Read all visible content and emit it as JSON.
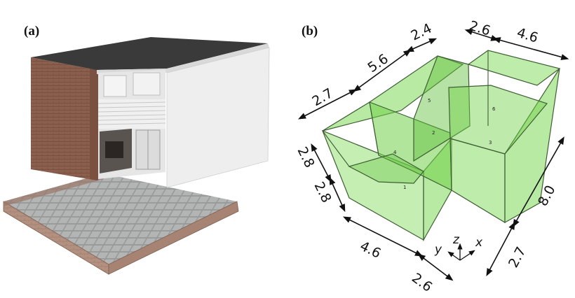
{
  "panels": {
    "a": {
      "label": "(a)"
    },
    "b": {
      "label": "(b)",
      "dimensions": {
        "d1": "2.6",
        "d2": "4.6",
        "d3": "2.4",
        "d4": "5.6",
        "d5": "2.7",
        "d6": "2.8",
        "d7": "2.8",
        "d8": "4.6",
        "d9": "2.6",
        "d10": "8.0",
        "d11": "2.7"
      },
      "rooms": [
        "1",
        "2",
        "3",
        "4",
        "5",
        "6"
      ],
      "axes": {
        "x": "x",
        "y": "y",
        "z": "z"
      }
    }
  },
  "colors": {
    "box_fill": "#7ed957",
    "box_stroke": "#3e5e34",
    "brick": "#b08b7a",
    "paving": "#a3a4a4"
  }
}
